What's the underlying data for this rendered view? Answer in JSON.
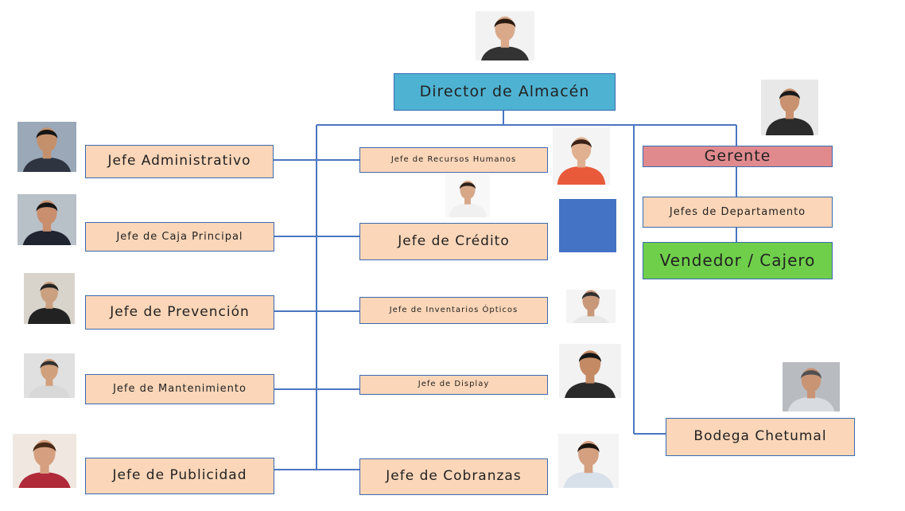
{
  "colors": {
    "line": "#4a76c0",
    "box_fill": "#fbd6b8",
    "director_fill": "#4eb3d3",
    "gerente_fill": "#e08a8e",
    "vendedor_fill": "#6fcf4b",
    "placeholder_blue": "#4472c4"
  },
  "boxes": {
    "director": "Director de Almacén",
    "gerente": "Gerente",
    "jefes_departamento": "Jefes de Departamento",
    "vendedor": "Vendedor / Cajero",
    "bodega": "Bodega Chetumal",
    "left": [
      "Jefe Administrativo",
      "Jefe de Caja Principal",
      "Jefe de Prevención",
      "Jefe de Mantenimiento",
      "Jefe de Publicidad"
    ],
    "middle": [
      "Jefe de Recursos Humanos",
      "Jefe de Crédito",
      "Jefe de Inventarios Ópticos",
      "Jefe de Display",
      "Jefe de Cobranzas"
    ]
  },
  "photos": {
    "director": {
      "icon": "person-photo-icon",
      "skin": "#d9a98a",
      "shirt": "#333333",
      "hair": "#2a1a10",
      "bg": "#f2f2f2"
    },
    "gerente": {
      "icon": "person-photo-icon",
      "skin": "#c89270",
      "shirt": "#2b2b2b",
      "hair": "#1a1a1a",
      "bg": "#e8e8e8"
    },
    "left": [
      {
        "icon": "person-photo-icon",
        "skin": "#c4906c",
        "shirt": "#2e3440",
        "hair": "#151515",
        "bg": "#9aa8b8"
      },
      {
        "icon": "person-photo-icon",
        "skin": "#c98e6e",
        "shirt": "#1f2430",
        "hair": "#151515",
        "bg": "#b8c0c8"
      },
      {
        "icon": "person-photo-icon",
        "skin": "#caa080",
        "shirt": "#222222",
        "hair": "#222222",
        "bg": "#d8d4cc"
      },
      {
        "icon": "person-photo-icon",
        "skin": "#d0a07c",
        "shirt": "#d8d8d8",
        "hair": "#303030",
        "bg": "#e0e0e0"
      },
      {
        "icon": "person-photo-icon",
        "skin": "#d6a080",
        "shirt": "#b02a3a",
        "hair": "#4a2a18",
        "bg": "#f0e8e0"
      }
    ],
    "middle": [
      {
        "icon": "person-photo-icon",
        "skin": "#e0b090",
        "shirt": "#e85a3a",
        "hair": "#3a2218",
        "bg": "#f4f4f4"
      },
      {
        "icon": "person-photo-icon",
        "skin": "#d6a888",
        "shirt": "#f0f0f0",
        "hair": "#2a2018",
        "bg": "#f8f8f8"
      },
      {
        "icon": "person-photo-icon",
        "skin": "#c89878",
        "shirt": "#e8e8e8",
        "hair": "#303030",
        "bg": "#f4f4f4"
      },
      {
        "icon": "person-photo-icon",
        "skin": "#c48a64",
        "shirt": "#2a2a2a",
        "hair": "#151515",
        "bg": "#f2f2f2"
      },
      {
        "icon": "person-photo-icon",
        "skin": "#d4a080",
        "shirt": "#d8e0ea",
        "hair": "#1a1410",
        "bg": "#f4f4f4"
      }
    ],
    "bodega": {
      "icon": "person-photo-icon",
      "skin": "#c89474",
      "shirt": "#d8dce0",
      "hair": "#505050",
      "bg": "#b8bcc0"
    }
  }
}
